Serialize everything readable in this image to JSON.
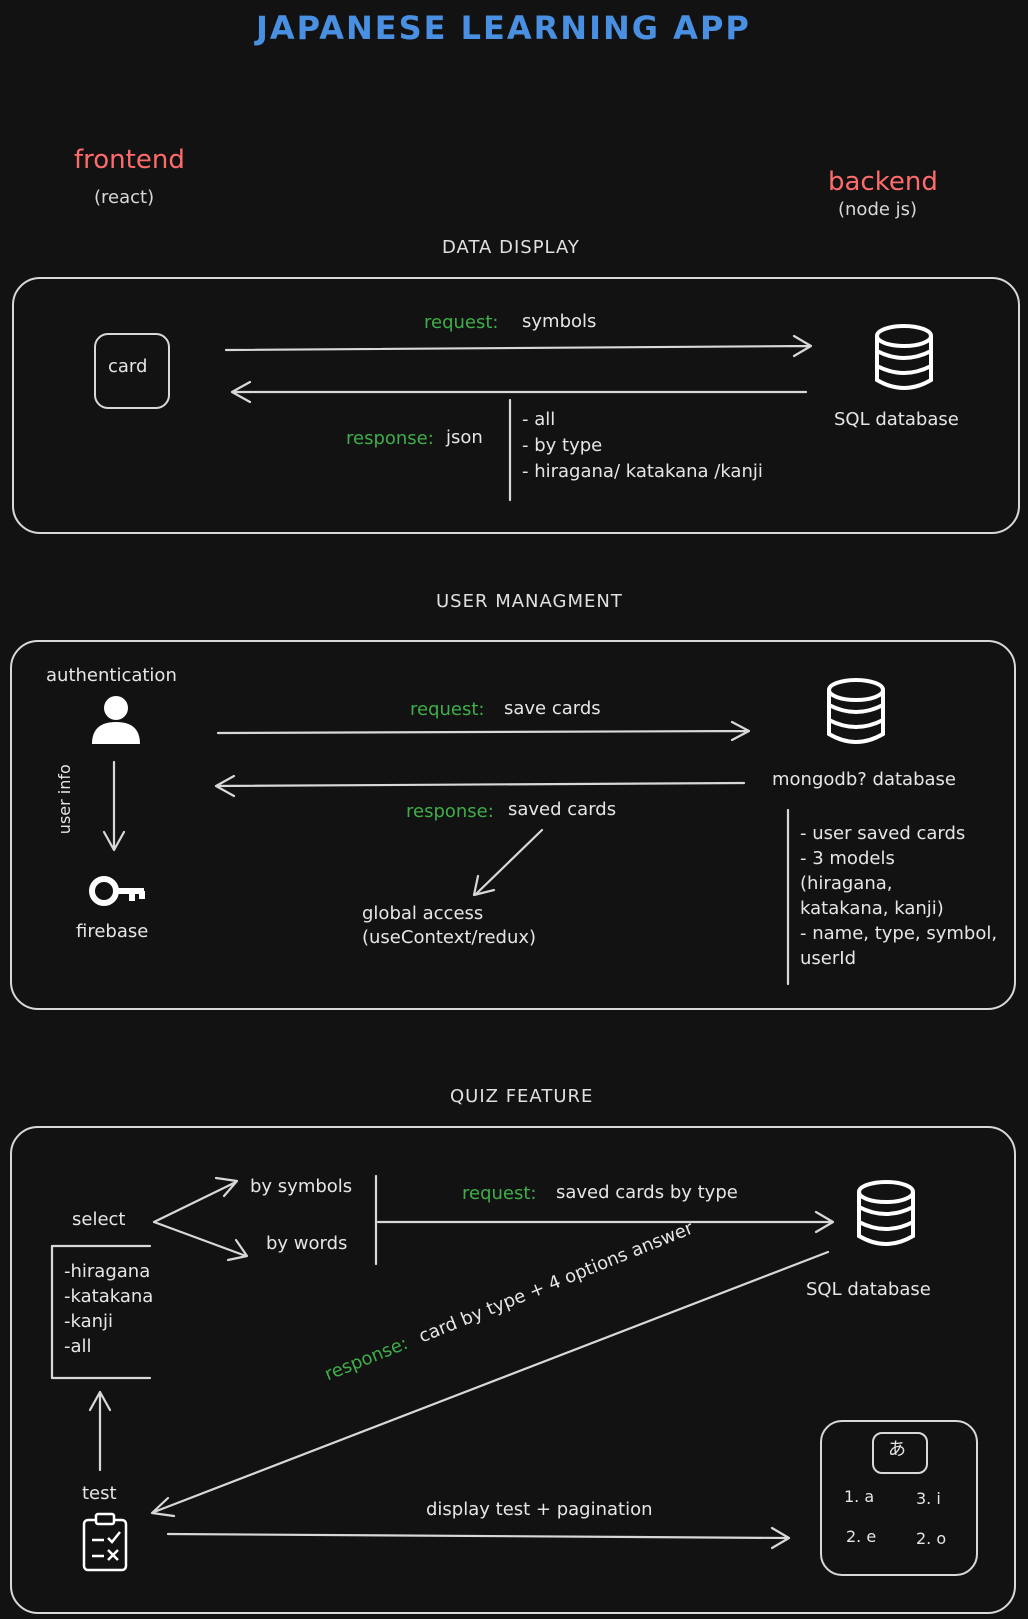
{
  "title": "JAPANESE LEARNING APP",
  "frontend": {
    "label": "frontend",
    "tech": "(react)"
  },
  "backend": {
    "label": "backend",
    "tech": "(node js)"
  },
  "data_display": {
    "heading": "DATA DISPLAY",
    "card": "card",
    "request_tag": "request:",
    "request_text": "symbols",
    "response_tag": "response:",
    "response_text": "json",
    "db_label": "SQL database",
    "notes": [
      "- all",
      "- by type",
      "- hiragana/ katakana /kanji"
    ]
  },
  "user_management": {
    "heading": "USER MANAGMENT",
    "auth_label": "authentication",
    "user_info": "user info",
    "firebase": "firebase",
    "request_tag": "request:",
    "request_text": "save cards",
    "response_tag": "response:",
    "response_text": "saved cards",
    "global_access": [
      "global access",
      "(useContext/redux)"
    ],
    "db_label": "mongodb? database",
    "notes": [
      "- user saved cards",
      "- 3 models",
      "(hiragana,",
      " katakana, kanji)",
      "- name, type, symbol,",
      "userId"
    ]
  },
  "quiz": {
    "heading": "QUIZ FEATURE",
    "select": "select",
    "by_symbols": "by symbols",
    "by_words": "by words",
    "options": [
      "-hiragana",
      "-katakana",
      "-kanji",
      "-all"
    ],
    "request_tag": "request:",
    "request_text": "saved cards by type",
    "db_label": "SQL database",
    "response_tag": "response:",
    "response_text": "card by type + 4 options answer",
    "test": "test",
    "display_text": "display test + pagination",
    "mock_symbol": "あ",
    "mock_options": [
      "1. a",
      "3. i",
      "2. e",
      "2. o"
    ]
  }
}
